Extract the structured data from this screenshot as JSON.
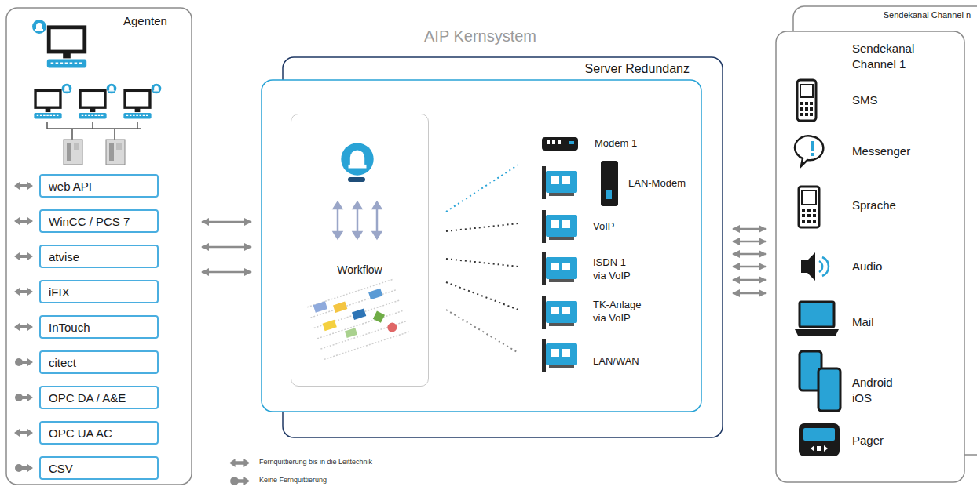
{
  "diagram": {
    "nodes": [
      {
        "text": [
          "Agenten"
        ]
      },
      {
        "text": [
          "web API"
        ],
        "in": 0
      },
      {
        "text": [
          "WinCC / PCS 7"
        ],
        "in": 0
      },
      {
        "text": [
          "atvise"
        ],
        "in": 0
      },
      {
        "text": [
          "iFIX"
        ],
        "in": 0
      },
      {
        "text": [
          "InTouch"
        ],
        "in": 0
      },
      {
        "text": [
          "citect"
        ],
        "in": 0
      },
      {
        "text": [
          "OPC DA / A&E"
        ],
        "in": 0
      },
      {
        "text": [
          "OPC UA AC"
        ],
        "in": 0
      },
      {
        "text": [
          "CSV"
        ],
        "in": 0
      },
      {
        "text": [
          "Server Redundanz"
        ]
      },
      {
        "text": [
          "Workflow"
        ],
        "in": 10
      },
      {
        "text": [
          "Sendekanal Channel n"
        ]
      },
      {
        "text": [
          "Sendekanal Channel 1"
        ]
      }
    ],
    "edges": [
      {
        "from": 0,
        "to": 10,
        "arrow": "both"
      },
      {
        "from": 0,
        "to": 10,
        "arrow": "both"
      },
      {
        "from": 0,
        "to": 10,
        "arrow": "both"
      },
      {
        "from": 10,
        "to": 13,
        "arrow": "both"
      },
      {
        "from": 10,
        "to": 13,
        "arrow": "both"
      },
      {
        "from": 10,
        "to": 13,
        "arrow": "both"
      },
      {
        "from": 10,
        "to": 13,
        "arrow": "both"
      },
      {
        "from": 10,
        "to": 13,
        "arrow": "both"
      },
      {
        "from": 10,
        "to": 13,
        "arrow": "both"
      }
    ],
    "labels": [
      "AIP Kernsystem",
      "Modem 1",
      "LAN-Modem",
      "VoIP",
      "ISDN 1 via VoIP",
      "TK-Anlage via VoIP",
      "LAN/WAN",
      "SMS",
      "Messenger",
      "Sprache",
      "Audio",
      "Mail",
      "Android iOS",
      "Pager"
    ],
    "legend": [
      {
        "text": "Fernquittierung bis in die Leittechnik"
      },
      {
        "text": "Keine Fernquittierung"
      }
    ]
  }
}
